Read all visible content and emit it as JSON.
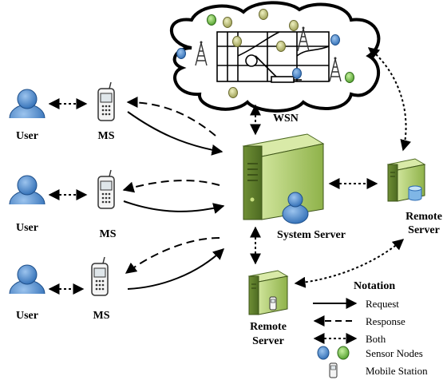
{
  "labels": {
    "user": "User",
    "ms": "MS",
    "wsn": "WSN",
    "system_server": "System Server",
    "remote": "Remote",
    "server": "Server"
  },
  "notation": {
    "title": "Notation",
    "request": "Request",
    "response": "Response",
    "both": "Both",
    "sensor_nodes": "Sensor Nodes",
    "mobile_station": "Mobile Station"
  },
  "colors": {
    "user_blue": "#3a78c2",
    "server_green": "#9fc35a",
    "sensor_blue": "#4a86c8",
    "sensor_green": "#7ec850",
    "sensor_olive": "#c6c87a"
  }
}
